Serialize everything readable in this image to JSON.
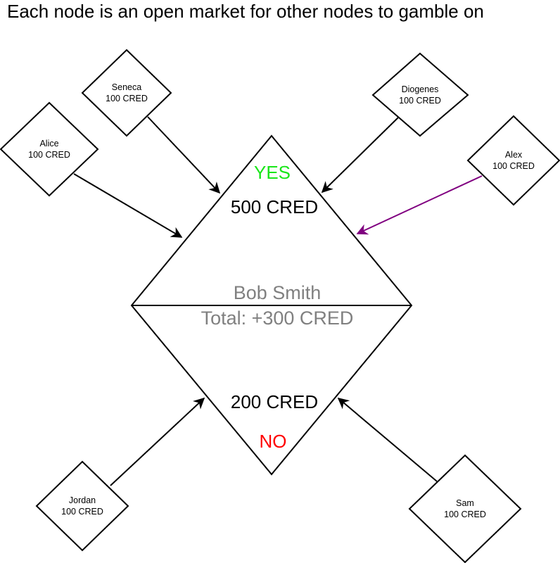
{
  "title": "Each node is an open market for other nodes to gamble on",
  "center": {
    "yes_label": "YES",
    "yes_amount": "500 CRED",
    "name": "Bob Smith",
    "total": "Total: +300 CRED",
    "no_amount": "200 CRED",
    "no_label": "NO"
  },
  "colors": {
    "yes": "#19e619",
    "no": "#ff0000",
    "center_text": "#808080",
    "edge_default": "#000000",
    "edge_highlight": "#800080"
  },
  "nodes": [
    {
      "id": "seneca",
      "name": "Seneca",
      "cred": "100 CRED"
    },
    {
      "id": "alice",
      "name": "Alice",
      "cred": "100 CRED"
    },
    {
      "id": "diogenes",
      "name": "Diogenes",
      "cred": "100 CRED"
    },
    {
      "id": "alex",
      "name": "Alex",
      "cred": "100 CRED"
    },
    {
      "id": "jordan",
      "name": "Jordan",
      "cred": "100 CRED"
    },
    {
      "id": "sam",
      "name": "Sam",
      "cred": "100 CRED"
    }
  ]
}
